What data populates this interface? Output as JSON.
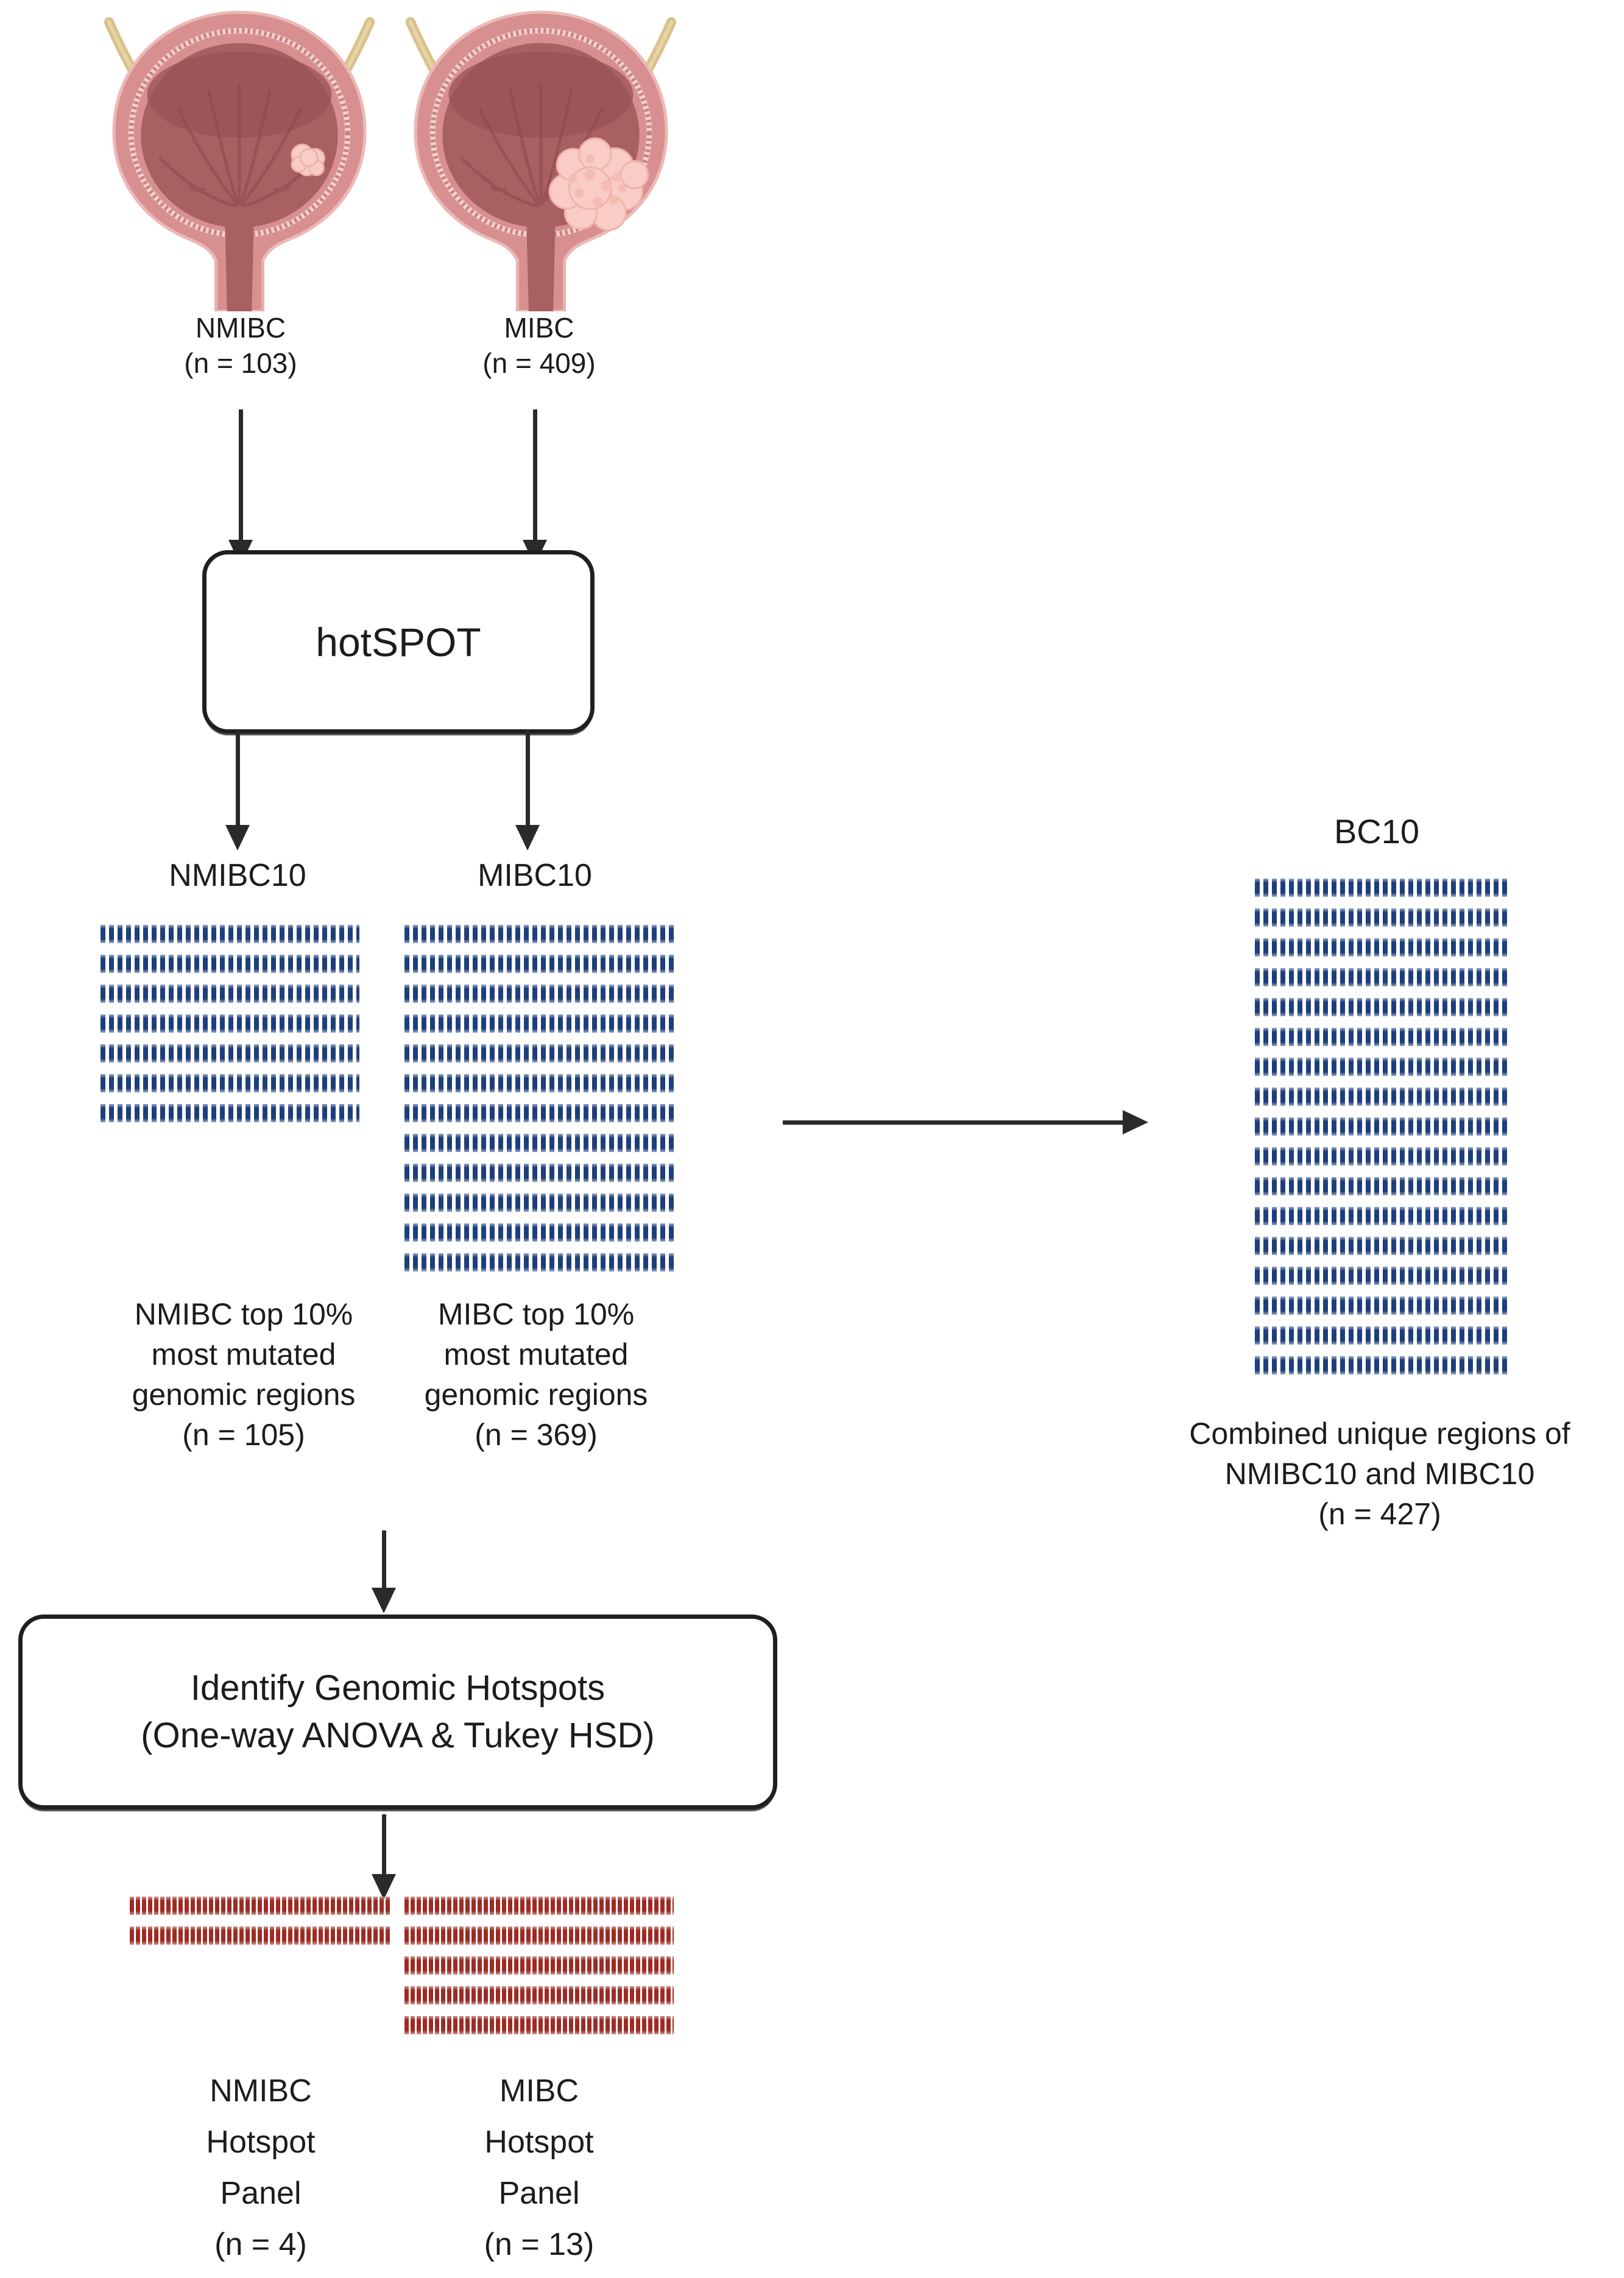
{
  "top": {
    "nmibc": {
      "label": "NMIBC",
      "count": "(n = 103)"
    },
    "mibc": {
      "label": "MIBC",
      "count": "(n = 409)"
    }
  },
  "hotspot_box": {
    "label": "hotSPOT"
  },
  "nmibc10": {
    "title": "NMIBC10",
    "rows": 7,
    "caption_lines": [
      "NMIBC top 10%",
      "most mutated",
      "genomic regions",
      "(n = 105)"
    ]
  },
  "mibc10": {
    "title": "MIBC10",
    "rows": 12,
    "caption_lines": [
      "MIBC top 10%",
      "most mutated",
      "genomic regions",
      "(n = 369)"
    ]
  },
  "bc10": {
    "title": "BC10",
    "rows": 17,
    "caption_lines": [
      "Combined unique regions of",
      "NMIBC10 and MIBC10",
      "(n = 427)"
    ]
  },
  "identify_box": {
    "lines": [
      "Identify Genomic Hotspots",
      "(One-way ANOVA & Tukey HSD)"
    ]
  },
  "nmibc_panel": {
    "rows": 2,
    "caption_lines": [
      "NMIBC",
      "Hotspot",
      "Panel",
      "(n = 4)"
    ]
  },
  "mibc_panel": {
    "rows": 5,
    "caption_lines": [
      "MIBC",
      "Hotspot",
      "Panel",
      "(n = 13)"
    ]
  },
  "colors": {
    "region_blue": "#1d3e7b",
    "hotspot_red": "#9c2b23",
    "arrow": "#2b2a2a",
    "box_border": "#1f1f1f",
    "bladder_wall": "#d88f90",
    "bladder_interior": "#a86061",
    "ureter": "#d9c18c",
    "tumor": "#f9cdc6"
  }
}
